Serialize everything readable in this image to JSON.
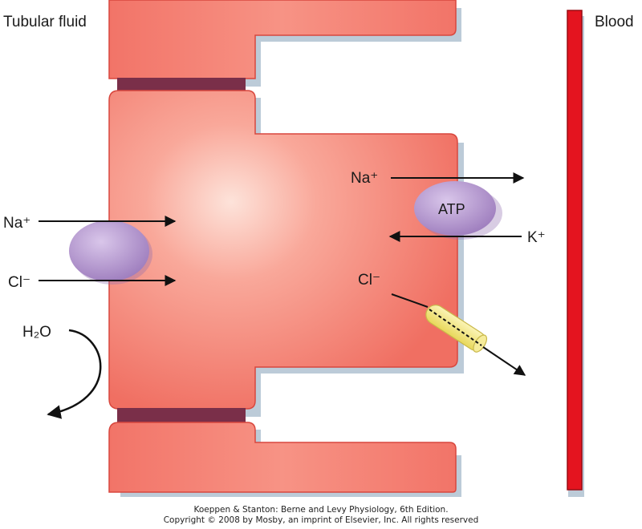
{
  "labels": {
    "tubular_fluid": "Tubular fluid",
    "blood": "Blood",
    "na_apical": "Na⁺",
    "cl_apical": "Cl⁻",
    "water": "H₂O",
    "na_basolateral": "Na⁺",
    "atp": "ATP",
    "k_basolateral": "K⁺",
    "cl_basolateral": "Cl⁻"
  },
  "caption": {
    "line1": "Koeppen & Stanton: Berne and Levy Physiology, 6th Edition.",
    "line2": "Copyright © 2008 by Mosby, an imprint of Elsevier, Inc. All rights reserved"
  },
  "colors": {
    "cell": "#f27468",
    "cell_edge": "#d8473e",
    "tight_junction": "#7a2f49",
    "shadow": "#b9c9d6",
    "blood_vessel": "#e4141f",
    "transporter": "#a98bc4",
    "channel": "#f2e47a"
  }
}
